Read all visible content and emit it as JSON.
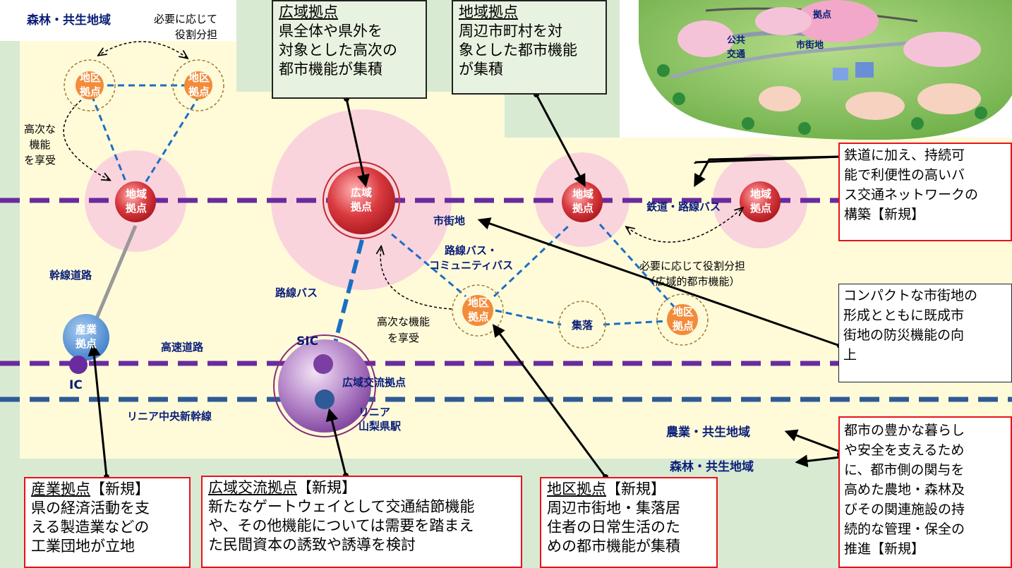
{
  "colors": {
    "forest_bg": "#d9ead3",
    "urban_bg": "#fffbd9",
    "rail_line": "#6a2b9e",
    "linear_line": "#2e5a96",
    "bus_link": "#1a6fc4",
    "red_node": "#d93a3f",
    "orange_node": "#f28c3a",
    "blue_node": "#4f8fd6",
    "box_border_red": "#e8121a"
  },
  "zones": {
    "forest_top": "森林・共生地域",
    "agri": "農業・共生地域",
    "forest_bottom": "森林・共生地域"
  },
  "nodes": {
    "chiiki_left": "地域\n拠点",
    "kouiki": "広域\n拠点",
    "chiiki_mid": "地域\n拠点",
    "chiiki_right": "地域\n拠点",
    "chiku_tl": "地区\n拠点",
    "chiku_tr": "地区\n拠点",
    "chiku_center": "地区\n拠点",
    "chiku_right": "地区\n拠点",
    "shuraku": "集落",
    "sangyo": "産業\n拠点",
    "ic": "IC",
    "sic": "SIC",
    "linear_station": "リニア\n山梨県駅",
    "kouiki_kouryu": "広域交流拠点"
  },
  "lines": {
    "rail_bus": "鉄道・路線バス",
    "kansen": "幹線道路",
    "kosoku": "高速道路",
    "linear": "リニア中央新幹線",
    "rosen_bus": "路線バス",
    "rosen_community": "路線バス・\nコミュニティバス",
    "shigaichi": "市街地"
  },
  "annotations": {
    "share_top": "必要に応じて\n役割分担",
    "higher_left": "高次な\n機能\nを享受",
    "higher_center": "高次な機能\nを享受",
    "share_right": "必要に応じて役割分担\n（広域的都市機能）"
  },
  "illustration": {
    "kyoten": "拠点",
    "koukyou": "公共\n交通",
    "shigaichi": "市街地"
  },
  "boxes": {
    "kouiki_title": "広域拠点",
    "kouiki_body": "県全体や県外を\n対象とした高次の\n都市機能が集積",
    "chiiki_title": "地域拠点",
    "chiiki_body": "周辺市町村を対\n象とした都市機能\nが集積",
    "rail_body": "鉄道に加え、持続可\n能で利便性の高いバ\nス交通ネットワークの\n構築【新規】",
    "compact_body": "コンパクトな市街地の\n形成とともに既成市\n街地の防災機能の向\n上",
    "city_body": "都市の豊かな暮らし\nや安全を支えるため\nに、都市側の関与を\n高めた農地・森林及\nびその関連施設の持\n続的な管理・保全の\n推進【新規】",
    "sangyo_title": "産業拠点",
    "sangyo_suffix": "【新規】",
    "sangyo_body": "県の経済活動を支\nえる製造業などの\n工業団地が立地",
    "kouryu_title": "広域交流拠点",
    "kouryu_suffix": "【新規】",
    "kouryu_body": "新たなゲートウェイとして交通結節機能\nや、その他機能については需要を踏まえ\nた民間資本の誘致や誘導を検討",
    "chiku_title": "地区拠点",
    "chiku_suffix": "【新規】",
    "chiku_body": "周辺市街地・集落居\n住者の日常生活のた\nめの都市機能が集積"
  }
}
